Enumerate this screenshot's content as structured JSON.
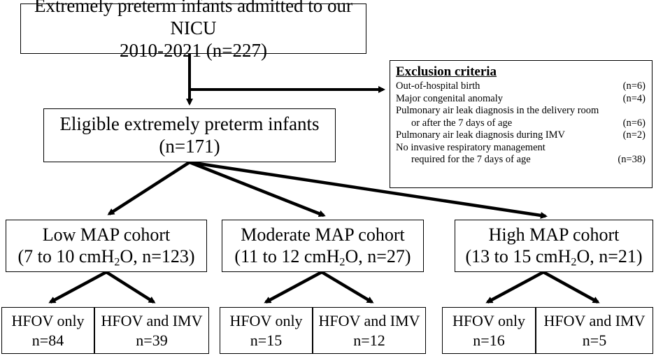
{
  "top_box": {
    "line1": "Extremely preterm infants admitted to our NICU",
    "line2": "2010-2021 (n=227)"
  },
  "eligible_box": {
    "line1": "Eligible extremely preterm infants",
    "line2": "(n=171)"
  },
  "exclusion": {
    "title": "Exclusion criteria",
    "items": [
      {
        "text": "Out-of-hospital birth",
        "n": "(n=6)"
      },
      {
        "text": "Major congenital anomaly",
        "n": "(n=4)"
      },
      {
        "text": "Pulmonary air leak diagnosis in the delivery room",
        "text2": "or after the 7 days of age",
        "n": "(n=6)"
      },
      {
        "text": "Pulmonary air leak diagnosis during IMV",
        "n": "(n=2)"
      },
      {
        "text": "No invasive respiratory management",
        "text2": "required for the 7 days of age",
        "n": "(n=38)"
      }
    ]
  },
  "cohorts": [
    {
      "name": "Low MAP cohort",
      "range_pre": "(7 to 10 cmH",
      "sub": "2",
      "range_post": "O, n=123)"
    },
    {
      "name": "Moderate MAP cohort",
      "range_pre": "(11 to 12 cmH",
      "sub": "2",
      "range_post": "O, n=27)"
    },
    {
      "name": "High MAP cohort",
      "range_pre": "(13 to 15 cmH",
      "sub": "2",
      "range_post": "O, n=21)"
    }
  ],
  "leaves": [
    {
      "label": "HFOV only",
      "n": "n=84"
    },
    {
      "label": "HFOV and IMV",
      "n": "n=39"
    },
    {
      "label": "HFOV only",
      "n": "n=15"
    },
    {
      "label": "HFOV and IMV",
      "n": "n=12"
    },
    {
      "label": "HFOV only",
      "n": "n=16"
    },
    {
      "label": "HFOV and IMV",
      "n": "n=5"
    }
  ]
}
